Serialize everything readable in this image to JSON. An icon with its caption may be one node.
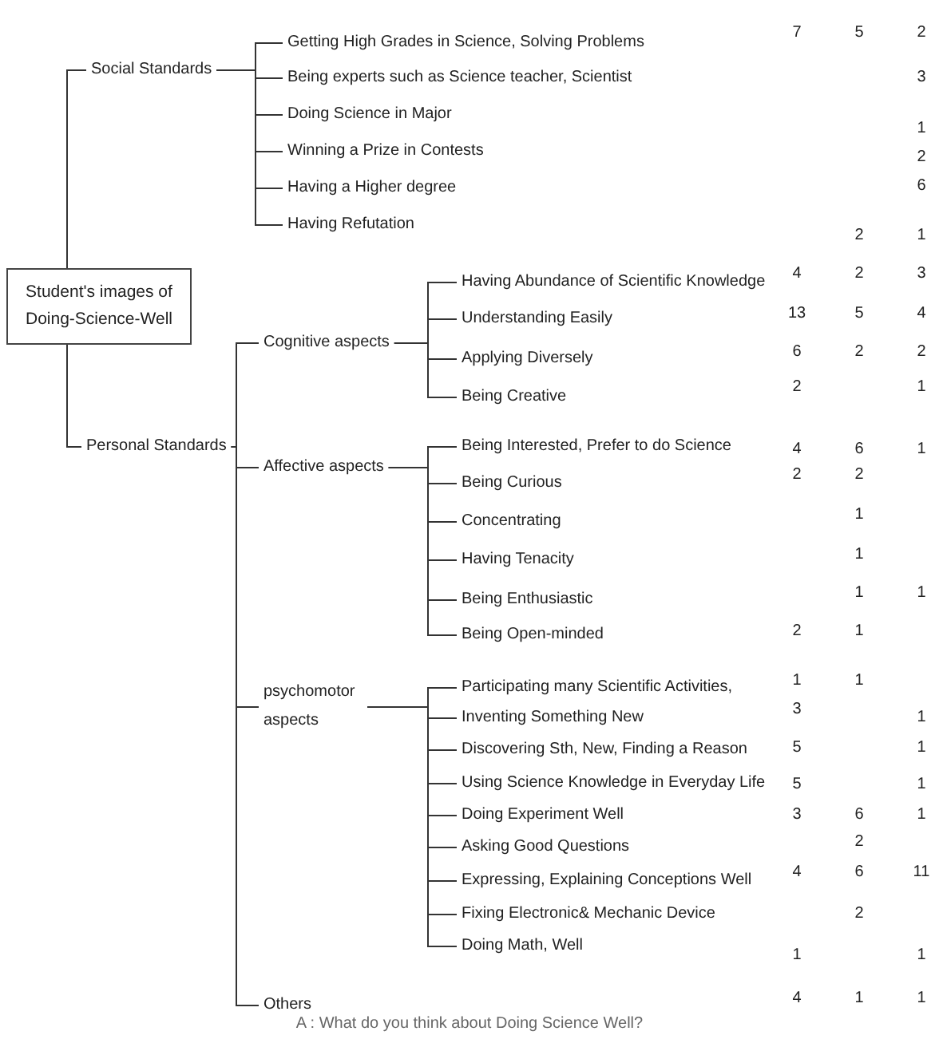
{
  "diagram": {
    "caption": "A : What do you think about Doing Science Well?",
    "nodes": [
      {
        "text": [
          "Student's images of Doing-Science-Well"
        ]
      },
      {
        "text": [
          "Social Standards"
        ]
      },
      {
        "text": [
          "Getting High Grades in Science, Solving Problems"
        ]
      },
      {
        "text": [
          "Being experts such as Science teacher, Scientist"
        ]
      },
      {
        "text": [
          "Doing Science in Major"
        ]
      },
      {
        "text": [
          "Winning a Prize in Contests"
        ]
      },
      {
        "text": [
          "Having a Higher degree"
        ]
      },
      {
        "text": [
          "Having Refutation"
        ]
      },
      {
        "text": [
          "Personal Standards"
        ]
      },
      {
        "text": [
          "Cognitive aspects"
        ]
      },
      {
        "text": [
          "Having  Abundance of Scientific Knowledge"
        ]
      },
      {
        "text": [
          "Understanding Easily"
        ]
      },
      {
        "text": [
          "Applying Diversely"
        ]
      },
      {
        "text": [
          "Being Creative"
        ]
      },
      {
        "text": [
          "Affective aspects"
        ]
      },
      {
        "text": [
          "Being Interested, Prefer to do Science"
        ]
      },
      {
        "text": [
          "Being  Curious"
        ]
      },
      {
        "text": [
          "Concentrating"
        ]
      },
      {
        "text": [
          "Having Tenacity"
        ]
      },
      {
        "text": [
          "Being Enthusiastic"
        ]
      },
      {
        "text": [
          "Being Open-minded"
        ]
      },
      {
        "text": [
          "psychomotor aspects"
        ]
      },
      {
        "text": [
          "Participating  many Scientific Activities,"
        ]
      },
      {
        "text": [
          "Inventing Something New"
        ]
      },
      {
        "text": [
          "Discovering Sth, New, Finding a Reason"
        ]
      },
      {
        "text": [
          "Using Science Knowledge in Everyday Life"
        ]
      },
      {
        "text": [
          "Doing Experiment Well"
        ]
      },
      {
        "text": [
          "Asking Good Questions"
        ]
      },
      {
        "text": [
          "Expressing, Explaining Conceptions Well"
        ]
      },
      {
        "text": [
          "Fixing Electronic& Mechanic Device"
        ]
      },
      {
        "text": [
          "Doing Math, Well"
        ]
      },
      {
        "text": [
          "Others"
        ]
      }
    ],
    "edges": [
      {
        "from": 0,
        "to": 1,
        "arrow": "none"
      },
      {
        "from": 1,
        "to": 2,
        "arrow": "none"
      },
      {
        "from": 1,
        "to": 3,
        "arrow": "none"
      },
      {
        "from": 1,
        "to": 4,
        "arrow": "none"
      },
      {
        "from": 1,
        "to": 5,
        "arrow": "none"
      },
      {
        "from": 1,
        "to": 6,
        "arrow": "none"
      },
      {
        "from": 1,
        "to": 7,
        "arrow": "none"
      },
      {
        "from": 0,
        "to": 8,
        "arrow": "none"
      },
      {
        "from": 8,
        "to": 9,
        "arrow": "none"
      },
      {
        "from": 9,
        "to": 10,
        "arrow": "none"
      },
      {
        "from": 9,
        "to": 11,
        "arrow": "none"
      },
      {
        "from": 9,
        "to": 12,
        "arrow": "none"
      },
      {
        "from": 9,
        "to": 13,
        "arrow": "none"
      },
      {
        "from": 8,
        "to": 14,
        "arrow": "none"
      },
      {
        "from": 14,
        "to": 15,
        "arrow": "none"
      },
      {
        "from": 14,
        "to": 16,
        "arrow": "none"
      },
      {
        "from": 14,
        "to": 17,
        "arrow": "none"
      },
      {
        "from": 14,
        "to": 18,
        "arrow": "none"
      },
      {
        "from": 14,
        "to": 19,
        "arrow": "none"
      },
      {
        "from": 14,
        "to": 20,
        "arrow": "none"
      },
      {
        "from": 8,
        "to": 21,
        "arrow": "none"
      },
      {
        "from": 21,
        "to": 22,
        "arrow": "none"
      },
      {
        "from": 21,
        "to": 23,
        "arrow": "none"
      },
      {
        "from": 21,
        "to": 24,
        "arrow": "none"
      },
      {
        "from": 21,
        "to": 25,
        "arrow": "none"
      },
      {
        "from": 21,
        "to": 26,
        "arrow": "none"
      },
      {
        "from": 21,
        "to": 27,
        "arrow": "none"
      },
      {
        "from": 21,
        "to": 28,
        "arrow": "none"
      },
      {
        "from": 21,
        "to": 29,
        "arrow": "none"
      },
      {
        "from": 21,
        "to": 30,
        "arrow": "none"
      },
      {
        "from": 8,
        "to": 31,
        "arrow": "none"
      }
    ],
    "labels": [
      "7",
      "5",
      "2",
      "3",
      "1",
      "2",
      "6",
      "2",
      "1",
      "4",
      "2",
      "3",
      "13",
      "5",
      "4",
      "6",
      "2",
      "2",
      "2",
      "1",
      "4",
      "6",
      "1",
      "2",
      "2",
      "1",
      "1",
      "1",
      "1",
      "2",
      "1",
      "1",
      "1",
      "3",
      "1",
      "5",
      "1",
      "5",
      "1",
      "3",
      "6",
      "1",
      "2",
      "4",
      "6",
      "11",
      "2",
      "1",
      "1",
      "4",
      "1",
      "1"
    ]
  }
}
